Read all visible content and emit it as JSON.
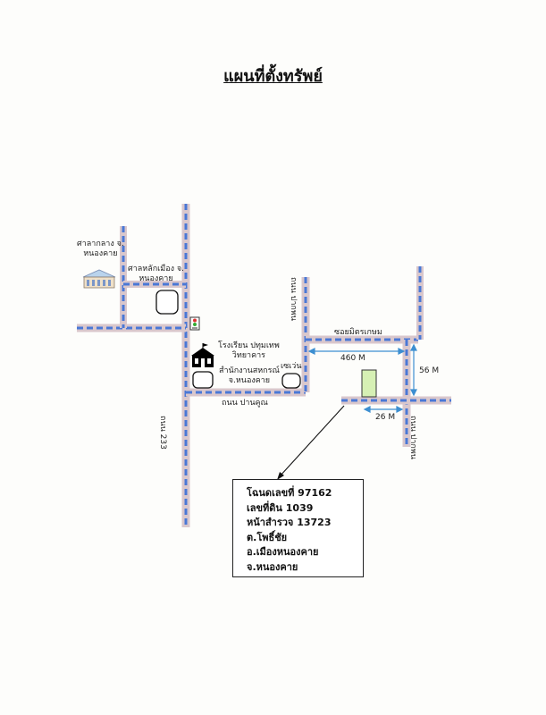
{
  "title": "แผนที่ตั้งทรัพย์",
  "colors": {
    "road_fill": "#d9c7cc",
    "road_dash": "#4a78d6",
    "plot": "#d6f0b4",
    "arrow": "#3d8fd1"
  },
  "landmarks": {
    "provincial_hall": "ศาลากลาง จ.\nหนองคาย",
    "city_pillar": "ศาลหลักเมือง จ.\nหนองคาย",
    "school": "โรงเรียน ปทุมเทพ\nวิทยาคาร",
    "coop_office": "สำนักงานสหกรณ์\nจ.หนองคาย",
    "seven_eleven": "เซเว่น"
  },
  "roads": {
    "road_233": "ถนน 233",
    "prajak_road": "ถนน ปานคูณ",
    "pramuan_soi": "ซอยมิตรเกษม",
    "road_vertical_mid": "ถนน ปากพน",
    "road_vertical_right": "ถนน ปากพน"
  },
  "distances": {
    "d460": "460 M",
    "d56": "56 M",
    "d26": "26 M"
  },
  "info_box": {
    "lines": [
      "โฉนดเลขที่ 97162",
      "เลขที่ดิน  1039",
      "หน้าสำรวจ 13723",
      "ต.โพธิ์ชัย",
      "อ.เมืองหนองคาย",
      "จ.หนองคาย"
    ]
  },
  "icons": [
    "building-icon",
    "school-icon",
    "traffic-light-icon",
    "plot-marker"
  ]
}
